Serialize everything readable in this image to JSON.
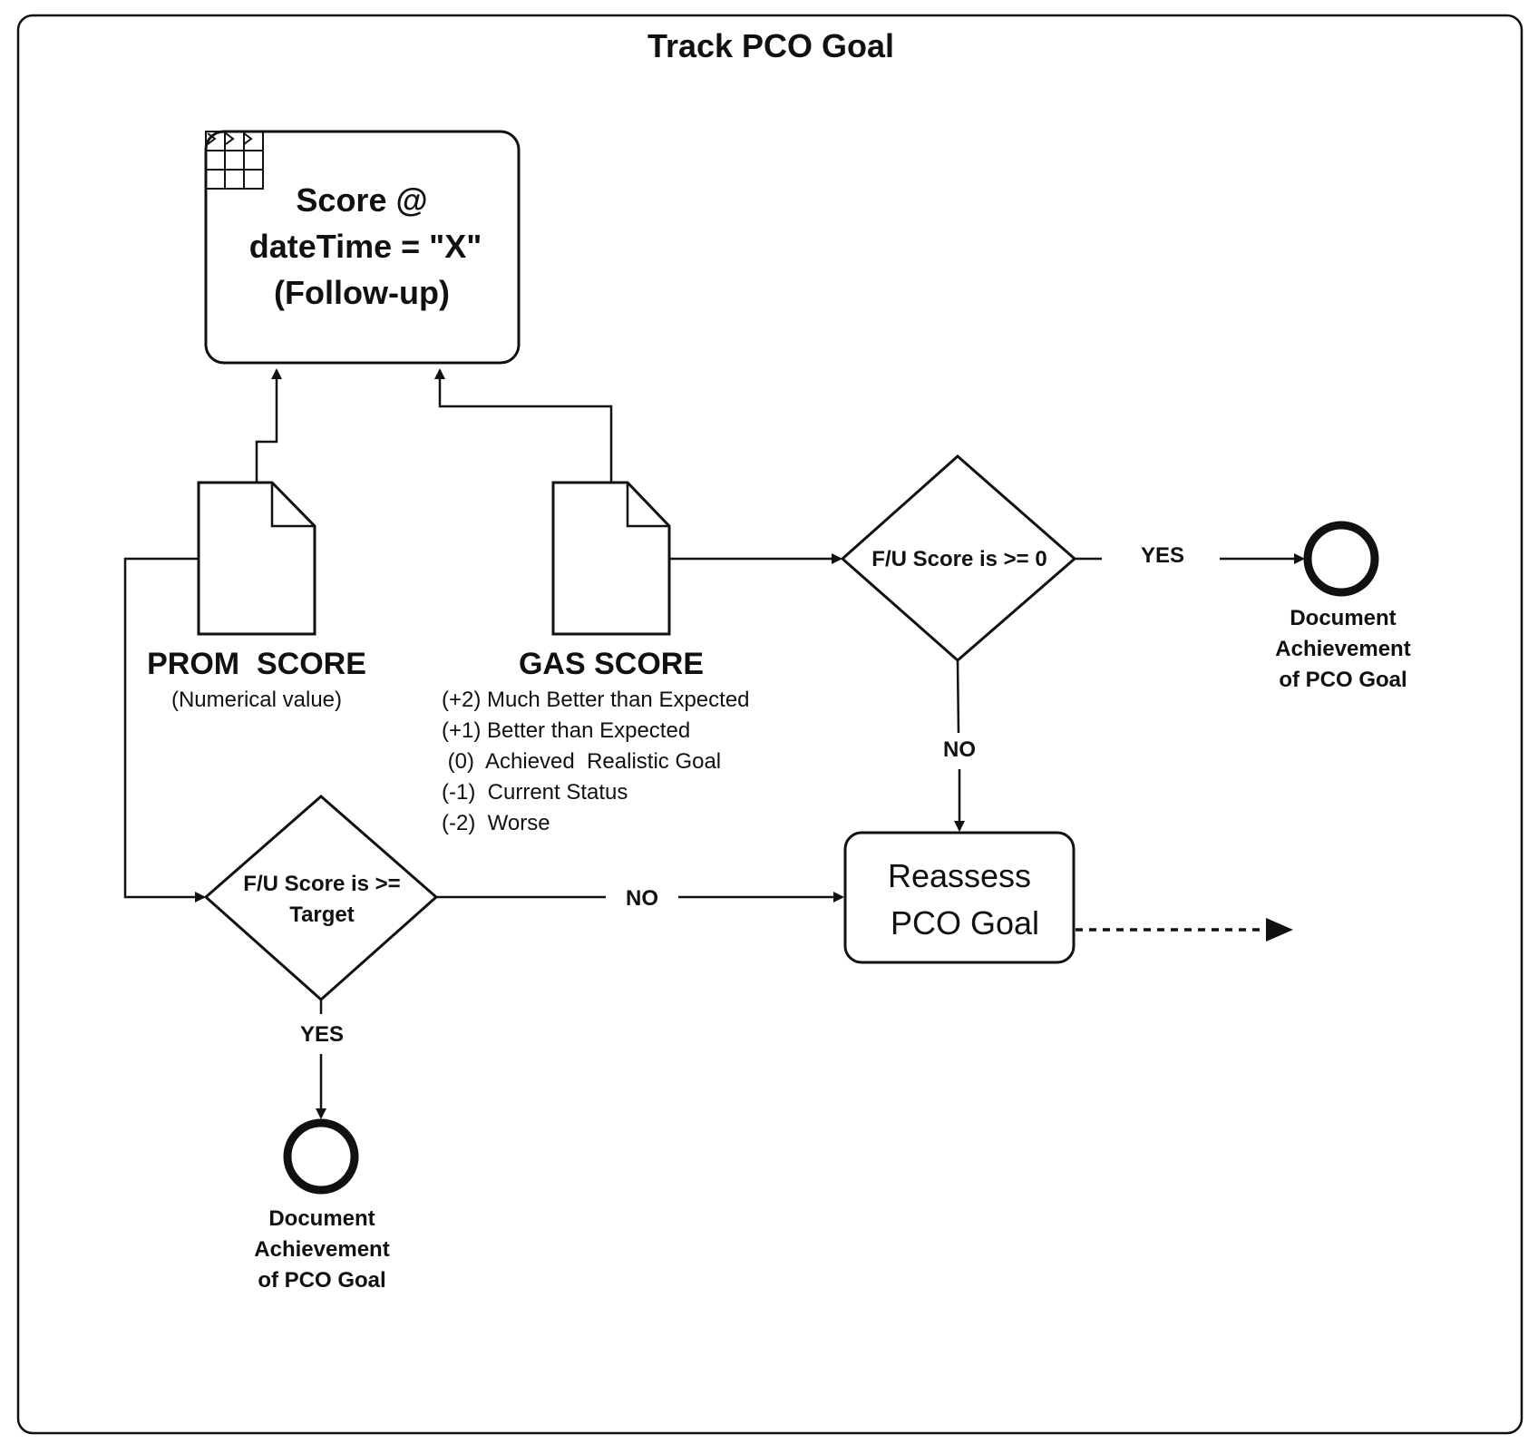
{
  "title": "Track PCO Goal",
  "score_box": {
    "lines": [
      "Score @",
      "dateTime = \"X\"",
      "(Follow-up)"
    ],
    "icon": "table-icon"
  },
  "prom": {
    "label": "PROM  SCORE",
    "sub": "(Numerical value)",
    "icon": "document-icon"
  },
  "gas": {
    "label": "GAS SCORE",
    "scale": [
      "(+2) Much Better than Expected",
      "(+1) Better than Expected",
      " (0)  Achieved  Realistic Goal",
      "(-1)  Current Status",
      "(-2)  Worse"
    ],
    "icon": "document-icon"
  },
  "decision_gas": {
    "text": "F/U Score is >= 0"
  },
  "decision_prom": {
    "lines": [
      "F/U Score is >=",
      "Target"
    ]
  },
  "edge_labels": {
    "gas_yes": "YES",
    "gas_no": "NO",
    "prom_no": "NO",
    "prom_yes": "YES"
  },
  "end_right": {
    "lines": [
      "Document",
      "Achievement",
      "of PCO Goal"
    ]
  },
  "end_bottom": {
    "lines": [
      "Document",
      "Achievement",
      "of PCO Goal"
    ]
  },
  "reassess": {
    "lines": [
      "Reassess",
      "PCO Goal"
    ]
  }
}
